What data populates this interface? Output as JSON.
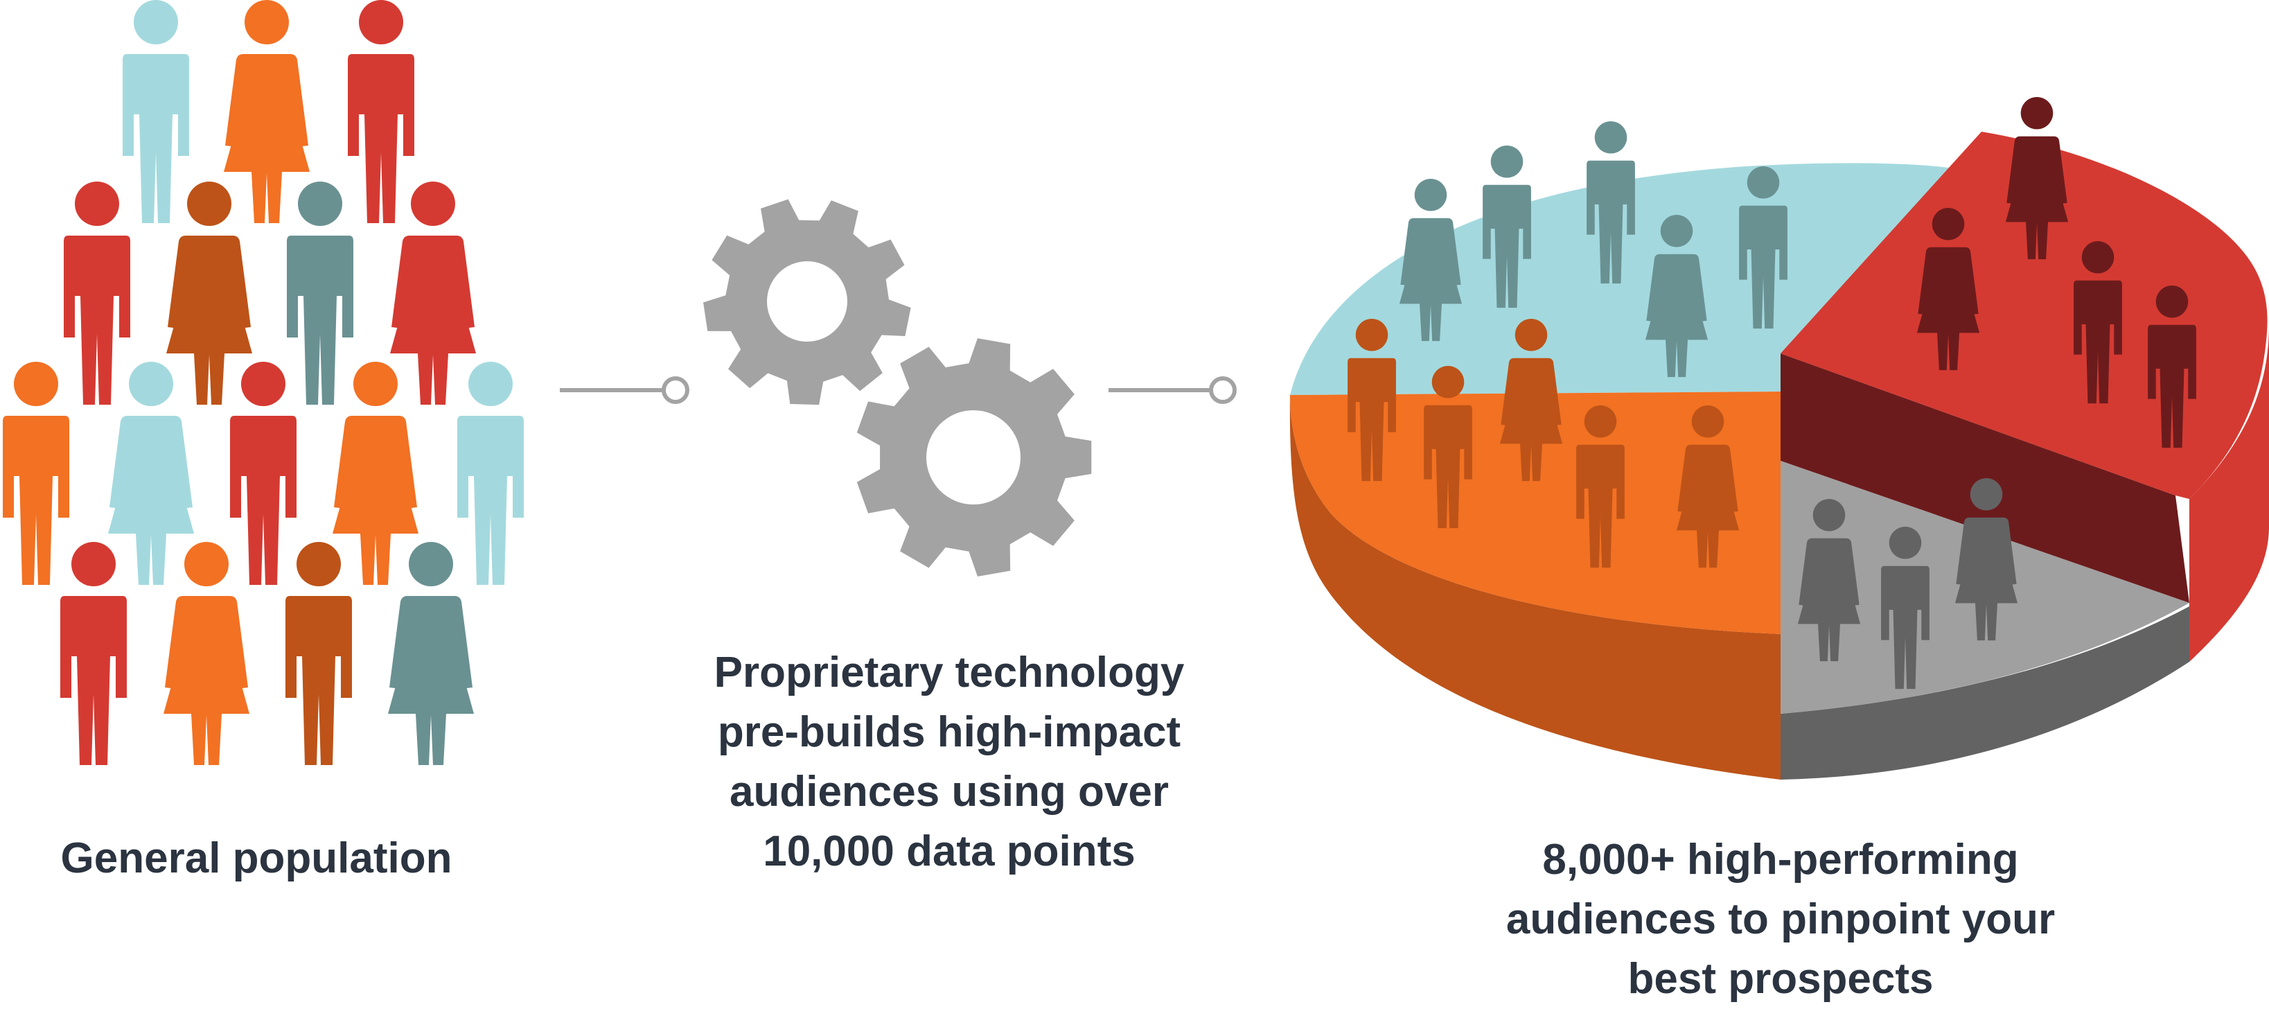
{
  "colors": {
    "light_blue": "#a3d9de",
    "orange": "#f27123",
    "red": "#d43a32",
    "burnt_orange": "#bd5318",
    "teal_gray": "#6a9192",
    "dark_red": "#6c1b1c",
    "gray": "#a0a0a0",
    "dark_gray": "#636363",
    "gear_gray": "#a3a3a3",
    "connector": "#a3a3a3",
    "text": "#2b3440"
  },
  "icons": {
    "population": "people-crowd-icon",
    "technology": "gears-icon",
    "audiences": "segmented-pie-icon"
  },
  "captions": {
    "population": [
      "General population"
    ],
    "technology": [
      "Proprietary technology",
      "pre-builds high-impact",
      "audiences using over",
      "10,000 data points"
    ],
    "audiences": [
      "8,000+ high-performing",
      "audiences to pinpoint your",
      "best prospects"
    ]
  }
}
